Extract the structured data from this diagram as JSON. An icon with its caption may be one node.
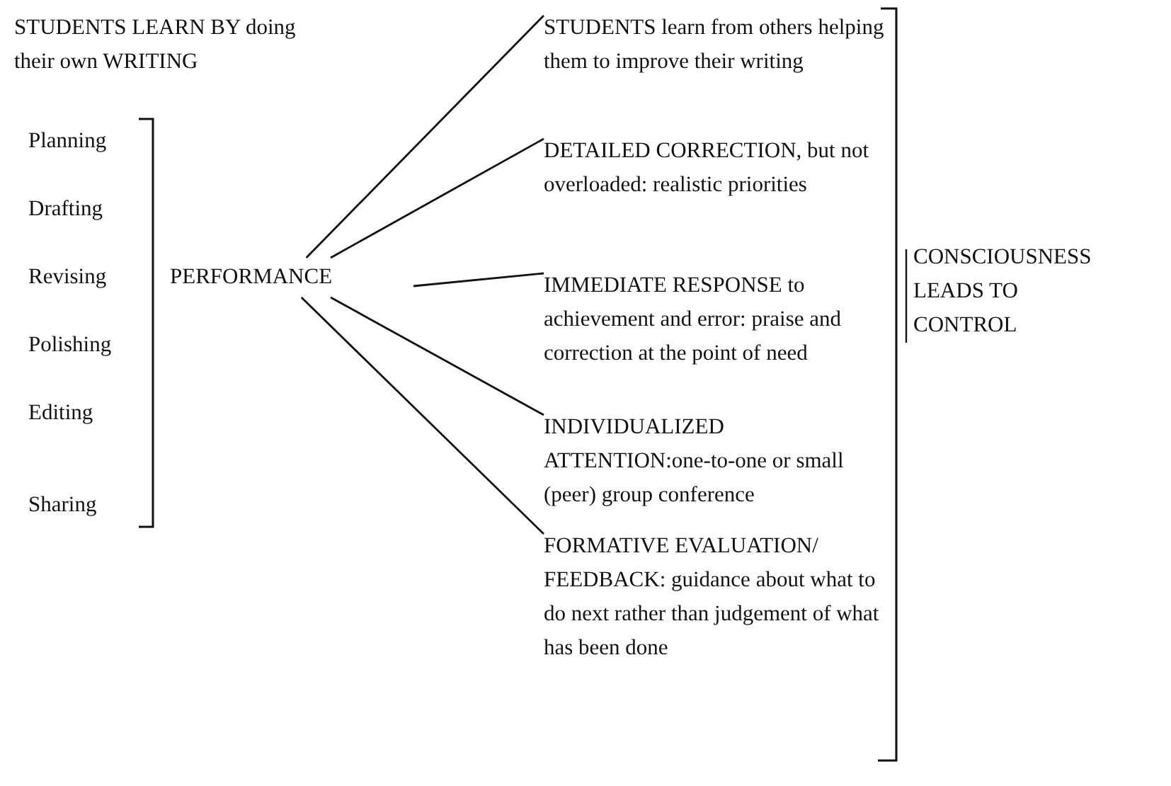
{
  "diagram": {
    "title": "STUDENTS LEARN BY doing their own WRITING",
    "nodes": [
      {
        "text": [
          "PERFORMANCE"
        ]
      },
      {
        "text": [
          "STUDENTS learn from others helping them to improve their writing"
        ]
      },
      {
        "text": [
          "DETAILED CORRECTION, but not overloaded: realistic priorities"
        ]
      },
      {
        "text": [
          "IMMEDIATE RESPONSE to achievement and error: praise and correction at the point of need"
        ]
      },
      {
        "text": [
          "INDIVIDUALIZED ATTENTION:one-to-one or small (peer) group conference"
        ]
      },
      {
        "text": [
          "FORMATIVE EVALUATION/ FEEDBACK: guidance about what to do next rather than judgement of what has been done"
        ]
      }
    ],
    "edges": [
      {
        "from": 0,
        "to": 1,
        "arrow": "none"
      },
      {
        "from": 0,
        "to": 2,
        "arrow": "none"
      },
      {
        "from": 0,
        "to": 3,
        "arrow": "none"
      },
      {
        "from": 0,
        "to": 4,
        "arrow": "none"
      },
      {
        "from": 0,
        "to": 5,
        "arrow": "none"
      }
    ],
    "labels": [
      "Planning",
      "Drafting",
      "Revising",
      "Polishing",
      "Editing",
      "Sharing",
      "CONSCIOUSNESS LEADS TO CONTROL"
    ]
  }
}
